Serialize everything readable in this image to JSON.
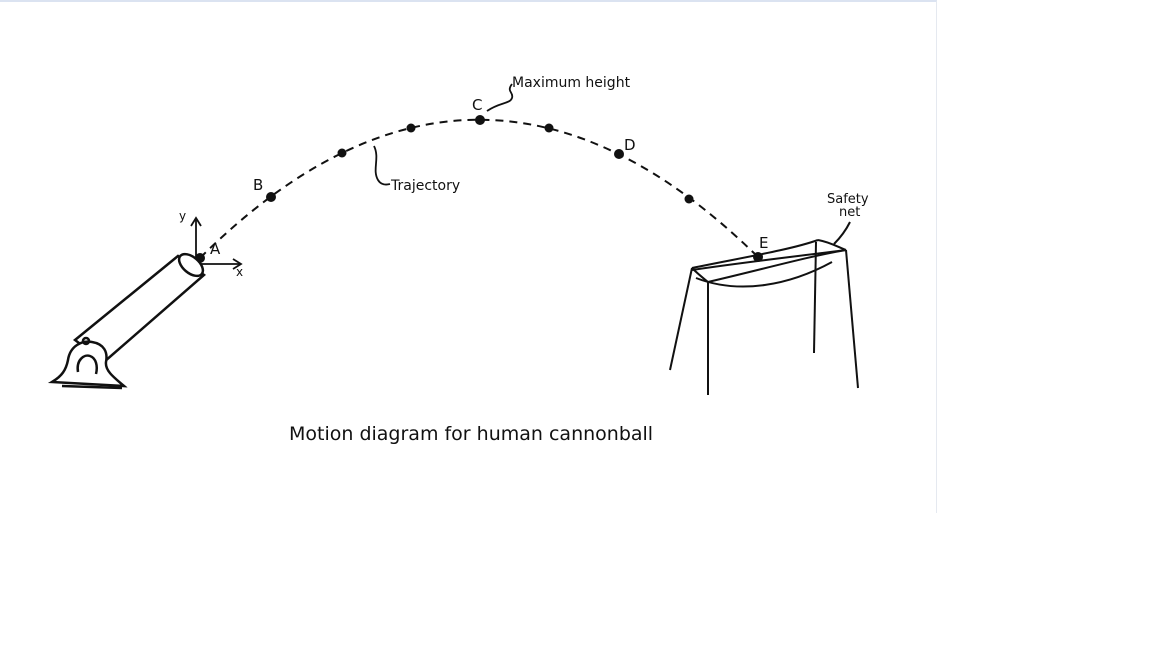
{
  "diagram": {
    "caption": "Motion diagram for human cannonball",
    "labels": {
      "max_height": "Maximum height",
      "trajectory": "Trajectory",
      "safety_net_line1": "Safety",
      "safety_net_line2": "net",
      "axis_y": "y",
      "axis_x": "x"
    },
    "points": [
      "A",
      "B",
      "C",
      "D",
      "E"
    ]
  }
}
